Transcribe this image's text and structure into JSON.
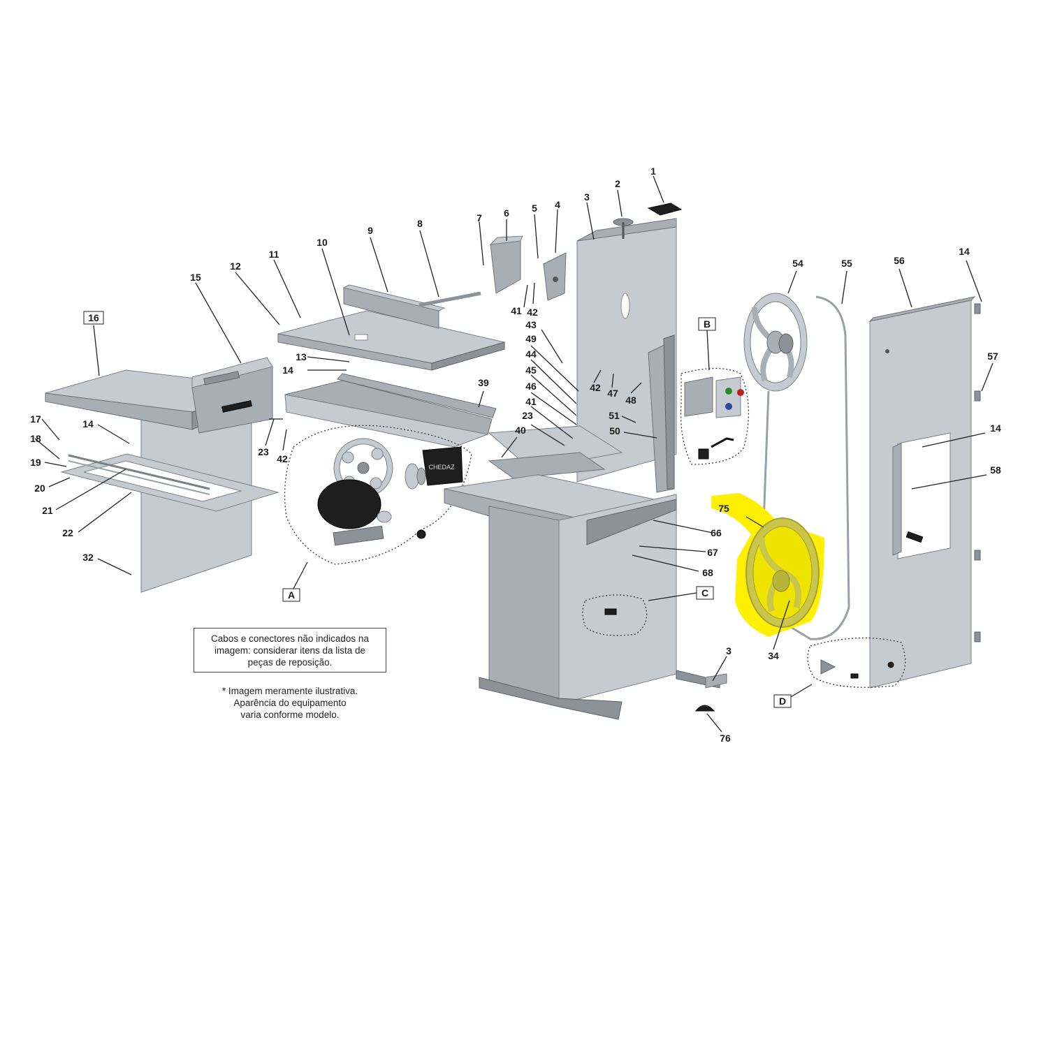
{
  "note": "Cabos e conectores não indicados na\nimagem: considerar itens da lista de\npeças de reposição.",
  "disclaimer": "* Imagem meramente ilustrativa.\nAparência do equipamento\nvaria conforme modelo.",
  "highlight_color": "#ffef00",
  "boxed_labels": [
    "16",
    "A",
    "B",
    "C",
    "D"
  ],
  "part_labels": [
    "1",
    "2",
    "3",
    "4",
    "5",
    "6",
    "7",
    "8",
    "9",
    "10",
    "11",
    "12",
    "13",
    "14",
    "15",
    "17",
    "18",
    "19",
    "20",
    "21",
    "22",
    "23",
    "32",
    "34",
    "39",
    "40",
    "41",
    "42",
    "43",
    "44",
    "45",
    "46",
    "47",
    "48",
    "49",
    "50",
    "51",
    "54",
    "55",
    "56",
    "57",
    "58",
    "66",
    "67",
    "68",
    "75",
    "76"
  ]
}
